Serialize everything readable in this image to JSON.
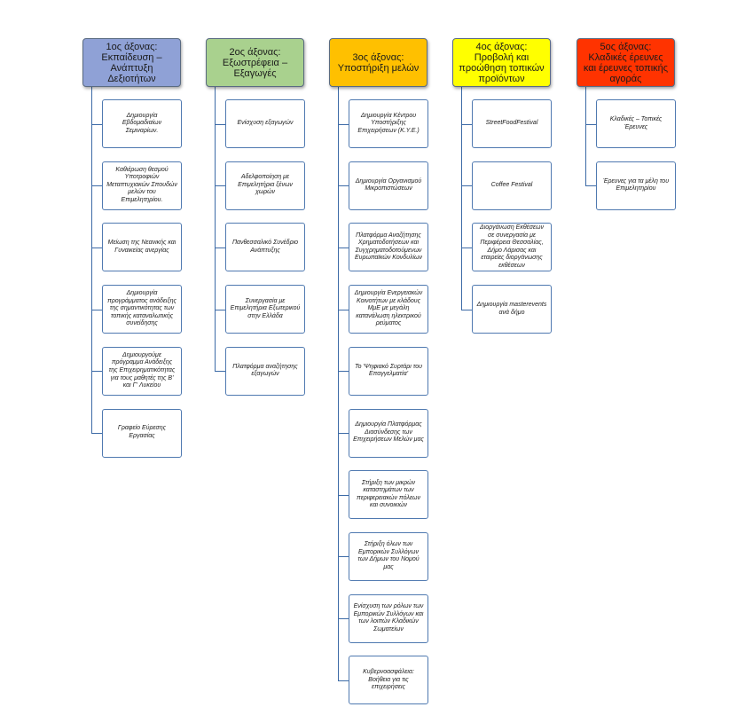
{
  "columns": [
    {
      "title": "1ος άξονας: Εκπαίδευση – Ανάπτυξη Δεξιοτήτων",
      "color": "#8fa1d6",
      "items": [
        "Δημιουργία Εβδομαδιαίων Σεμιναρίων.",
        "Καθιέρωση θεσμού Υποτροφιών Μεταπτυχιακών Σπουδών μελών του Επιμελητηρίου.",
        "Μείωση της Νεανικής και Γυναικείας ανεργίας",
        "Δημιουργία προγράμματος ανάδειξης της σημαντικότητας των τοπικής καταναλωτικής συνείδησης",
        "Δημιουργούμε πρόγραμμα Ανάδειξης της Επιχειρηματικότητας για τους μαθητές της Β' και Γ' Λυκείου",
        "Γραφείο Εύρεσης Εργασίας"
      ]
    },
    {
      "title": "2ος άξονας: Εξωστρέφεια – Εξαγωγές",
      "color": "#a9d18e",
      "items": [
        "Ενίσχυση εξαγωγών",
        "Αδελφοποίηση με Επιμελητήρια ξένων χωρών",
        "Πανθεσσαλικό Συνέδριο Ανάπτυξης",
        "Συνεργασία με Επιμελητήρια Εξωτερικού στην Ελλάδα",
        "Πλατφόρμα αναζήτησης εξαγωγών"
      ]
    },
    {
      "title": "3ος άξονας: Υποστήριξη μελών",
      "color": "#ffc000",
      "items": [
        "Δημιουργία Κέντρου Υποστήριξης Επιχειρήσεων (Κ.Υ.Ε.)",
        "Δημιουργία Οργανισμού Μικροπιστώσεων",
        "Πλατφόρμα Αναζήτησης Χρηματοδοτήσεων και Συγχρηματοδοτούμενων Ευρωπαϊκών Κονδυλίων",
        "Δημιουργία Ενεργειακών Κοινοτήτων με κλάδους ΜμΕ με μεγάλη κατανάλωση ηλεκτρικού ρεύματος",
        "Το 'Ψηφιακό Συρτάρι του Επαγγελματία'",
        "Δημιουργία Πλατφόρμας Διασύνδεσης των Επιχειρήσεων Μελών μας",
        "Στήριξη των μικρών καταστημάτων των περιφερειακών πόλεων και συνοικιών",
        "Στήριξη όλων των Εμπορικών Συλλόγων των Δήμων του Νομού μας",
        "Ενίσχυση των ρόλων των Εμπορικών Συλλόγων και των λοιπών Κλαδικών Σωματείων",
        "Κυβερνοασφάλεια: Βοήθεια για τις επιχειρήσεις"
      ]
    },
    {
      "title": "4ος άξονας: Προβολή και προώθηση τοπικών προϊόντων",
      "color": "#ffff00",
      "items": [
        "StreetFoodFestival",
        "Coffee Festival",
        "Διοργάνωση Εκθέσεων σε συνεργασία με Περιφέρεια Θεσσαλίας, Δήμο Λάρισας και εταιρείες διοργάνωσης εκθέσεων",
        "Δημιουργία masterevents ανά δήμο"
      ]
    },
    {
      "title": "5ος άξονας: Κλαδικές έρευνες και έρευνες τοπικής αγοράς",
      "color": "#ff3300",
      "items": [
        "Κλαδικές – Τοπικές Έρευνες",
        "Έρευνες για τα μέλη του Επιμελητηρίου"
      ]
    }
  ]
}
